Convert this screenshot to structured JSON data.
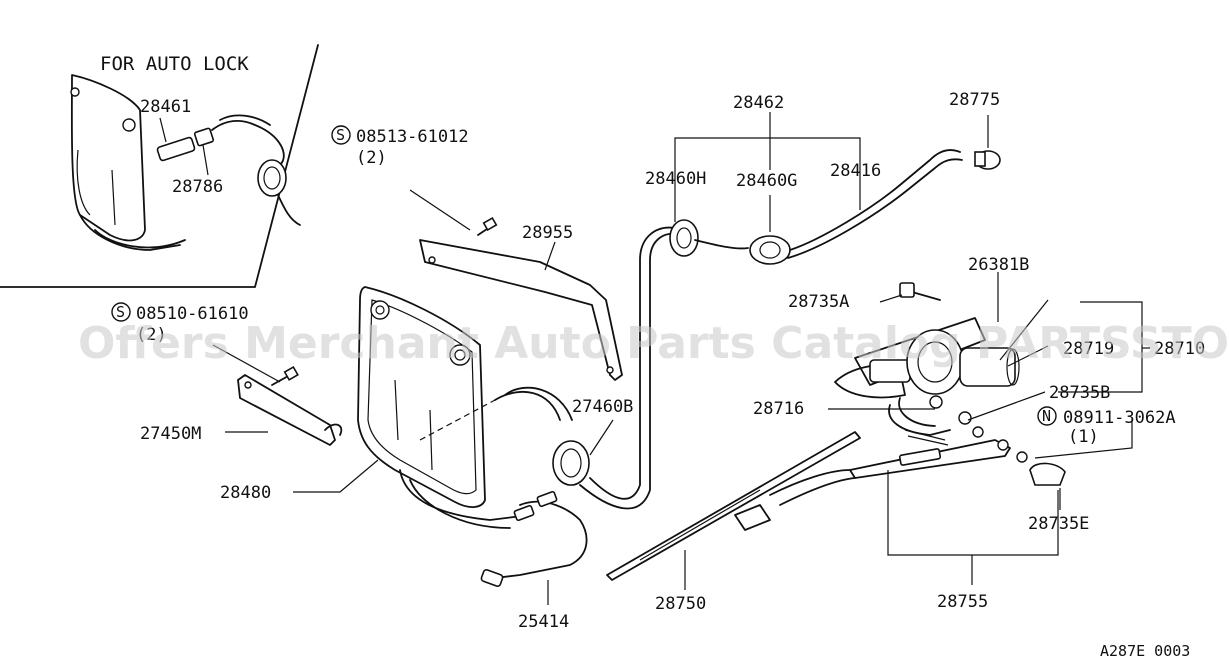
{
  "inset": {
    "title": "FOR AUTO LOCK"
  },
  "callouts": {
    "p28461": "28461",
    "p28786": "28786",
    "p28462": "28462",
    "p28775": "28775",
    "p28460H": "28460H",
    "p28460G": "28460G",
    "p28416": "28416",
    "p28955": "28955",
    "p26381B": "26381B",
    "p28735A": "28735A",
    "p28719": "28719",
    "p28710": "28710",
    "p28716": "28716",
    "p28735B": "28735B",
    "p08911": "08911-3062A",
    "p08911_qty": "(1)",
    "p08513": "08513-61012",
    "p08513_qty": "(2)",
    "p08510": "08510-61610",
    "p08510_qty": "(2)",
    "p27460B": "27460B",
    "p27450M": "27450M",
    "p28480": "28480",
    "p28735E": "28735E",
    "p25414": "25414",
    "p28750": "28750",
    "p28755": "28755"
  },
  "symbols": {
    "screw": "S",
    "nut": "N"
  },
  "watermark": "Offers Merchant Auto Parts Catalog PARTSSTORE.SA",
  "figure_code": "A287E 0003"
}
